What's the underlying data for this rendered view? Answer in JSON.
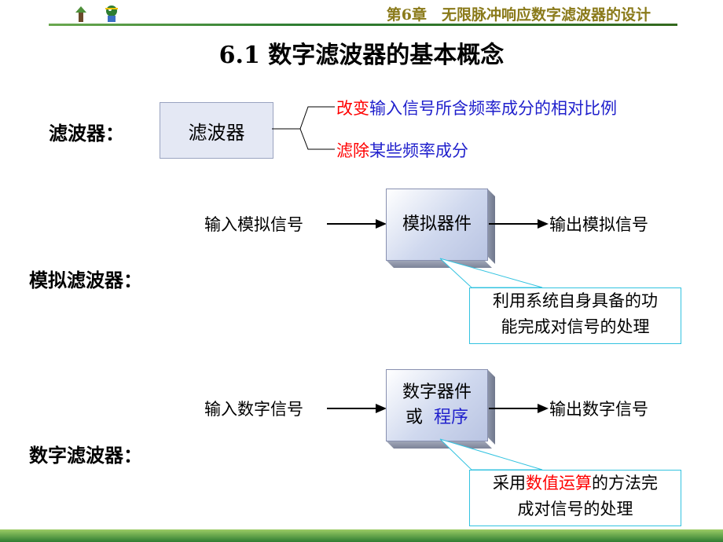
{
  "header": {
    "chapter": "第6章　无限脉冲响应数字滤波器的设计"
  },
  "title": "6.1  数字滤波器的基本概念",
  "filter": {
    "label": "滤波器：",
    "box": "滤波器",
    "branch1": {
      "red": "改变",
      "blue": "输入信号所含频率成分的相对比例"
    },
    "branch2": {
      "red": "滤除",
      "blue": "某些频率成分"
    }
  },
  "analog": {
    "label": "模拟滤波器：",
    "input": "输入模拟信号",
    "box": "模拟器件",
    "output": "输出模拟信号",
    "note_line1": "利用系统自身具备的功",
    "note_line2": "能完成对信号的处理"
  },
  "digital": {
    "label": "数字滤波器：",
    "input": "输入数字信号",
    "box_line1": "数字器件",
    "box_line2_prefix": "或",
    "box_line2_blue": "程序",
    "output": "输出数字信号",
    "note_line1_a": "采用",
    "note_line1_red": "数值运算",
    "note_line1_b": "的方法完",
    "note_line2": "成对信号的处理"
  },
  "colors": {
    "red": "#ff0000",
    "blue": "#1f1fcc",
    "callout_border": "#33c3e0"
  }
}
